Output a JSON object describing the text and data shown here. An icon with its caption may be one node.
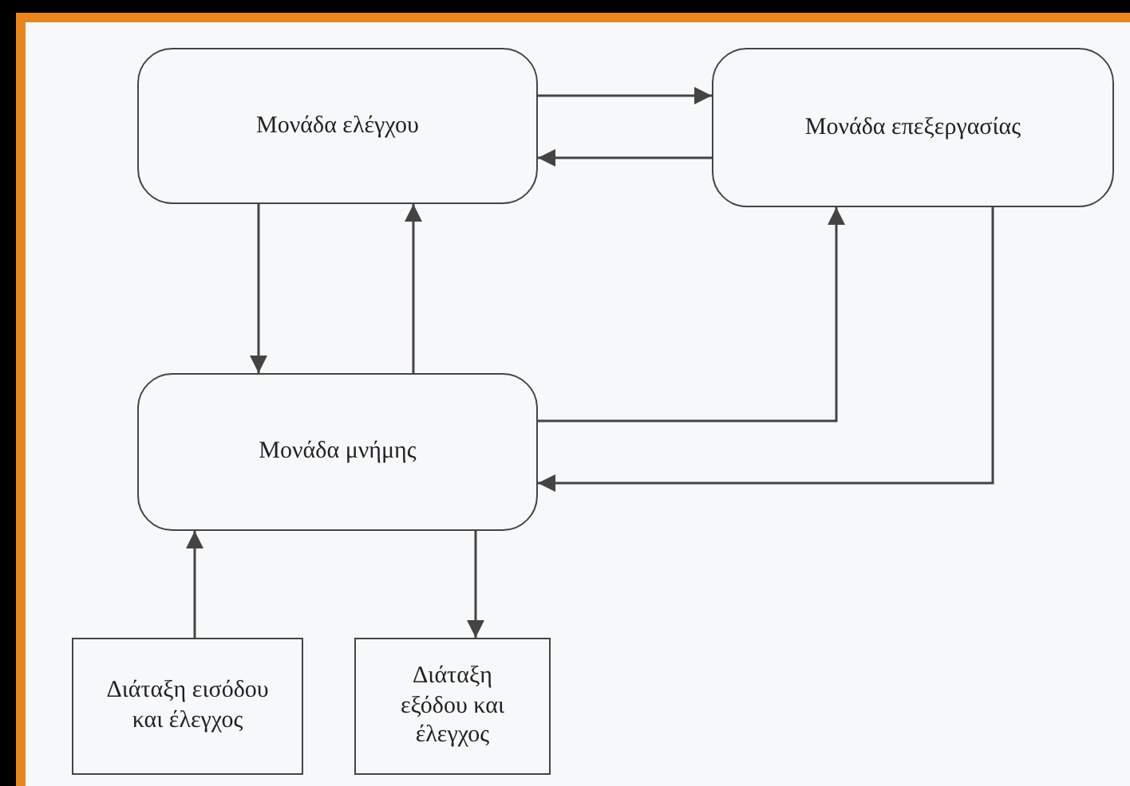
{
  "diagram": {
    "nodes": [
      {
        "text": [
          "Μονάδα ελέγχου"
        ]
      },
      {
        "text": [
          "Μονάδα επεξεργασίας"
        ]
      },
      {
        "text": [
          "Μονάδα μνήμης"
        ]
      },
      {
        "text": [
          "Διάταξη εισόδου και έλεγχος"
        ]
      },
      {
        "text": [
          "Διάταξη εξόδου και έλεγχος"
        ]
      }
    ],
    "edges": [
      {
        "from": 0,
        "to": 1,
        "arrow": "to"
      },
      {
        "from": 1,
        "to": 0,
        "arrow": "to"
      },
      {
        "from": 0,
        "to": 2,
        "arrow": "to"
      },
      {
        "from": 2,
        "to": 0,
        "arrow": "to"
      },
      {
        "from": 2,
        "to": 1,
        "arrow": "to"
      },
      {
        "from": 1,
        "to": 2,
        "arrow": "to"
      },
      {
        "from": 3,
        "to": 2,
        "arrow": "to"
      },
      {
        "from": 2,
        "to": 4,
        "arrow": "to"
      }
    ]
  }
}
